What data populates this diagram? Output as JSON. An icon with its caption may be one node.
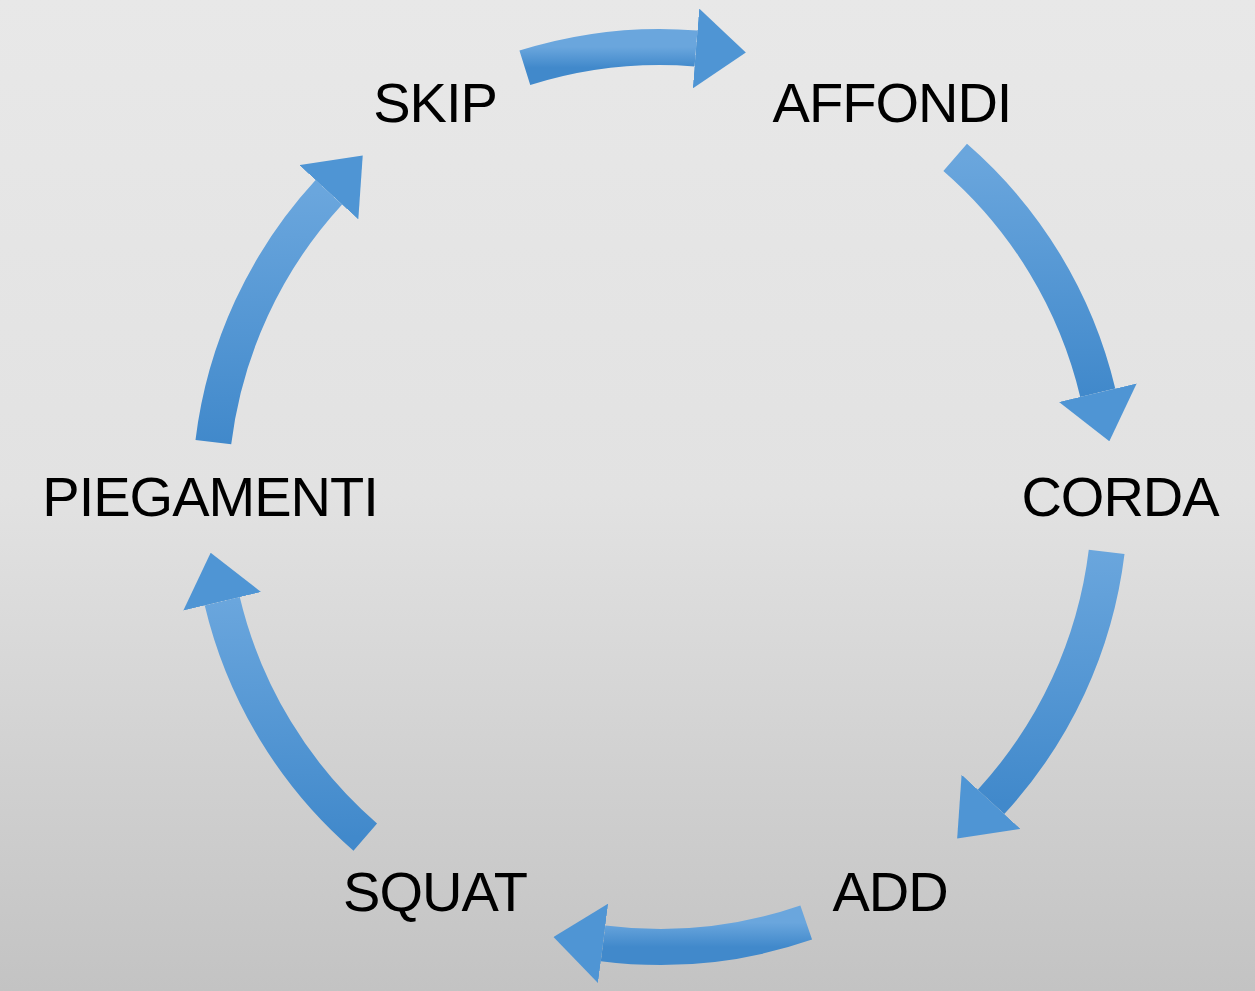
{
  "diagram": {
    "nodes": [
      {
        "text": [
          "SKIP"
        ]
      },
      {
        "text": [
          "AFFONDI"
        ]
      },
      {
        "text": [
          "CORDA"
        ]
      },
      {
        "text": [
          "ADD"
        ]
      },
      {
        "text": [
          "SQUAT"
        ]
      },
      {
        "text": [
          "PIEGAMENTI"
        ]
      }
    ],
    "edges": [
      {
        "from": 0,
        "to": 1,
        "arrow": "to"
      },
      {
        "from": 1,
        "to": 2,
        "arrow": "to"
      },
      {
        "from": 2,
        "to": 3,
        "arrow": "to"
      },
      {
        "from": 3,
        "to": 4,
        "arrow": "to"
      },
      {
        "from": 4,
        "to": 5,
        "arrow": "to"
      },
      {
        "from": 5,
        "to": 0,
        "arrow": "to"
      }
    ]
  }
}
